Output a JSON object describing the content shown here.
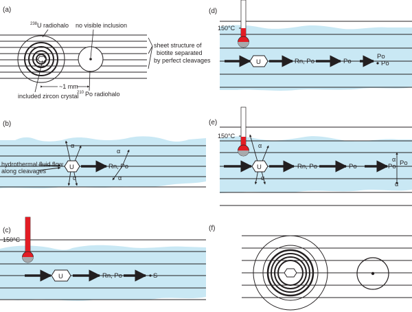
{
  "colors": {
    "fluid": "#c9e8f4",
    "line": "#231f20",
    "thermo_red": "#e21d25",
    "bulb_grey": "#a7a9ac"
  },
  "panels": {
    "a": {
      "tag": "(a)",
      "u_halo_label": "U radiohalo",
      "u_isotope": "238",
      "no_inclusion_label": "no visible inclusion",
      "sheet_label_1": "sheet structure of",
      "sheet_label_2": "biotite separated",
      "sheet_label_3": "by perfect cleavages",
      "zircon_label": "included zircon crystal",
      "scale_label": "~1 mm",
      "po_halo_label": "Po radiohalo",
      "po_isotope": "210"
    },
    "b": {
      "tag": "(b)",
      "fluid_label_1": "hydrothermal fluid flow",
      "fluid_label_2": "along cleavages",
      "u": "U",
      "rn_po": "Rn, Po",
      "alpha": "α"
    },
    "c": {
      "tag": "(c)",
      "temp": "150°C",
      "u": "U",
      "rn_po": "Rn, Po",
      "s": "S"
    },
    "d": {
      "tag": "(d)",
      "temp": "150°C",
      "u": "U",
      "rn_po": "Rn, Po",
      "po": "Po"
    },
    "e": {
      "tag": "(e)",
      "temp": "150°C",
      "u": "U",
      "rn_po": "Rn, Po",
      "po": "Po",
      "alpha": "α"
    },
    "f": {
      "tag": "(f)"
    }
  }
}
